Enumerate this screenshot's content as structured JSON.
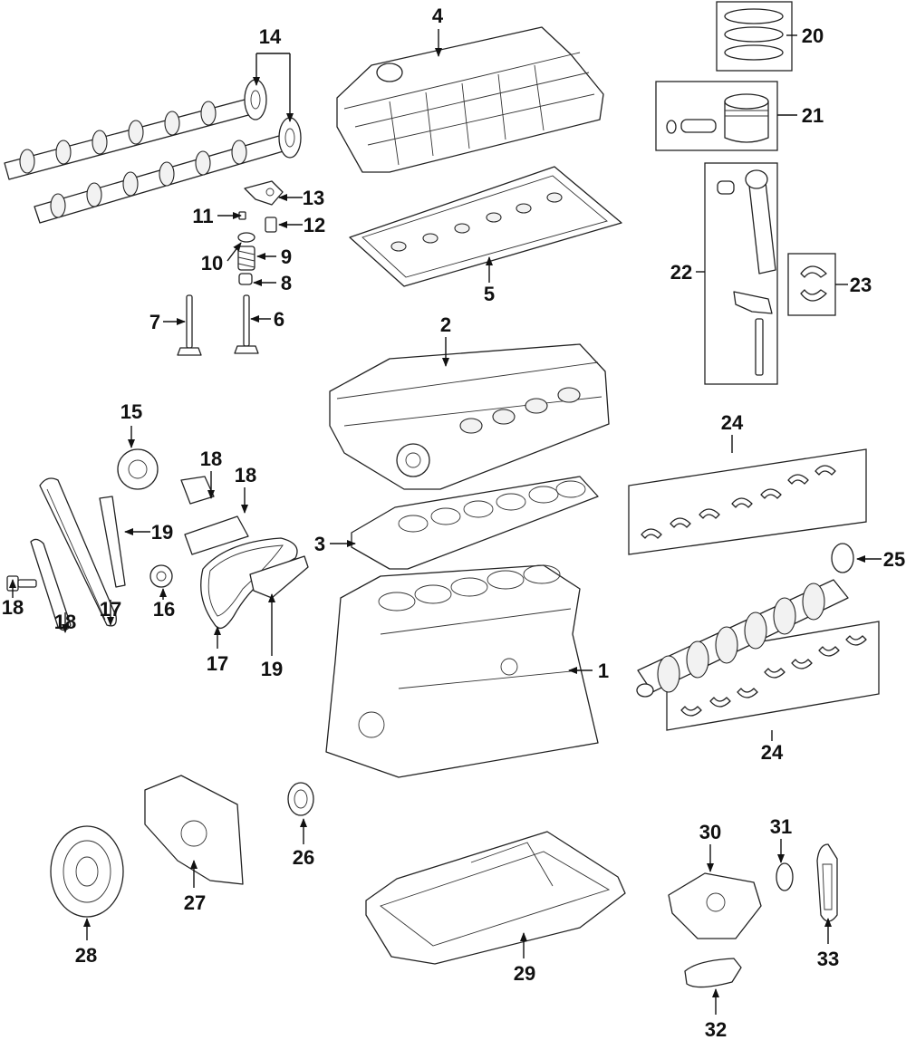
{
  "callouts": {
    "c1": "1",
    "c2": "2",
    "c3": "3",
    "c4": "4",
    "c5": "5",
    "c6": "6",
    "c7": "7",
    "c8": "8",
    "c9": "9",
    "c10": "10",
    "c11": "11",
    "c12": "12",
    "c13": "13",
    "c14": "14",
    "c15": "15",
    "c16": "16",
    "c17a": "17",
    "c17b": "17",
    "c18a": "18",
    "c18b": "18",
    "c18c": "18",
    "c18d": "18",
    "c19a": "19",
    "c19b": "19",
    "c20": "20",
    "c21": "21",
    "c22": "22",
    "c23": "23",
    "c24a": "24",
    "c24b": "24",
    "c25": "25",
    "c26": "26",
    "c27": "27",
    "c28": "28",
    "c29": "29",
    "c30": "30",
    "c31": "31",
    "c32": "32",
    "c33": "33"
  }
}
